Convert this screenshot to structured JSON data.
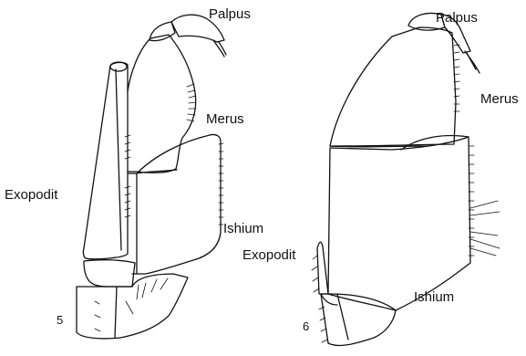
{
  "figure_5": {
    "labels": {
      "palpus": "Palpus",
      "merus": "Merus",
      "exopodit": "Exopodit",
      "ishium": "Ishium"
    },
    "number": "5"
  },
  "figure_6": {
    "labels": {
      "palpus": "Palpus",
      "merus": "Merus",
      "exopodit": "Exopodit",
      "ishium": "Ishium"
    },
    "number": "6"
  },
  "colors": {
    "ink": "#111111",
    "background": "#ffffff"
  }
}
